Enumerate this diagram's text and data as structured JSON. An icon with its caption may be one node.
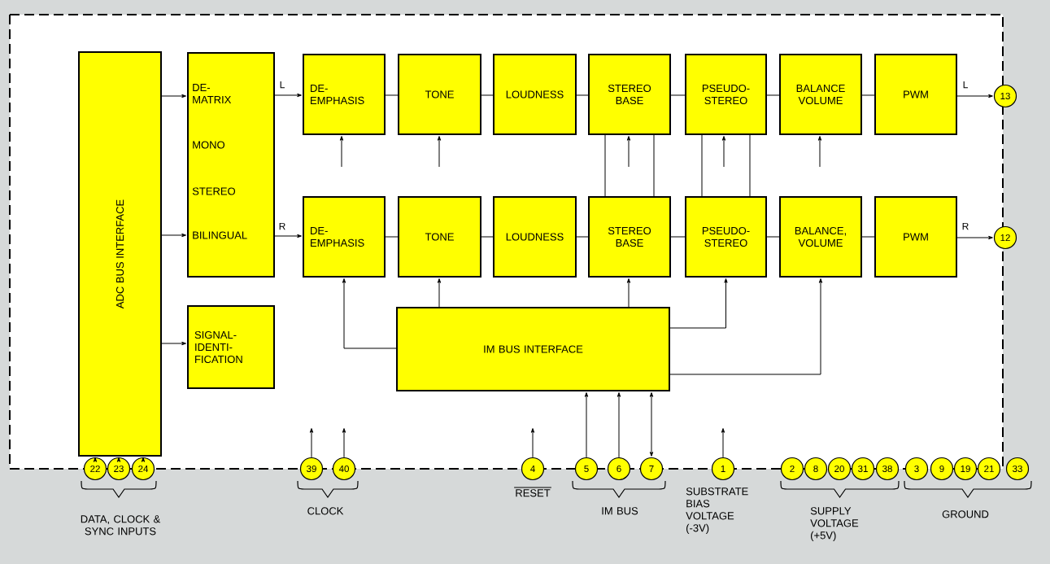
{
  "diagram": {
    "nodes": [
      {
        "text": [
          "ADC BUS INTERFACE"
        ]
      },
      {
        "text": [
          "DE- MATRIX",
          "MONO",
          "STEREO",
          "BILINGUAL"
        ]
      },
      {
        "text": [
          "SIGNAL- IDENTI- FICATION"
        ]
      },
      {
        "text": [
          "DE- EMPHASIS"
        ]
      },
      {
        "text": [
          "TONE"
        ]
      },
      {
        "text": [
          "LOUDNESS"
        ]
      },
      {
        "text": [
          "STEREO BASE"
        ]
      },
      {
        "text": [
          "PSEUDO- STEREO"
        ]
      },
      {
        "text": [
          "BALANCE VOLUME"
        ]
      },
      {
        "text": [
          "PWM"
        ]
      },
      {
        "text": [
          "DE- EMPHASIS"
        ]
      },
      {
        "text": [
          "TONE"
        ]
      },
      {
        "text": [
          "LOUDNESS"
        ]
      },
      {
        "text": [
          "STEREO BASE"
        ]
      },
      {
        "text": [
          "PSEUDO- STEREO"
        ]
      },
      {
        "text": [
          "BALANCE, VOLUME"
        ]
      },
      {
        "text": [
          "PWM"
        ]
      },
      {
        "text": [
          "IM BUS INTERFACE"
        ]
      },
      {
        "text": [
          "13"
        ]
      },
      {
        "text": [
          "12"
        ]
      },
      {
        "text": [
          "22"
        ]
      },
      {
        "text": [
          "23"
        ]
      },
      {
        "text": [
          "24"
        ]
      },
      {
        "text": [
          "39"
        ]
      },
      {
        "text": [
          "40"
        ]
      },
      {
        "text": [
          "4"
        ]
      },
      {
        "text": [
          "5"
        ]
      },
      {
        "text": [
          "6"
        ]
      },
      {
        "text": [
          "7"
        ]
      },
      {
        "text": [
          "1"
        ]
      },
      {
        "text": [
          "2"
        ]
      },
      {
        "text": [
          "8"
        ]
      },
      {
        "text": [
          "20"
        ]
      },
      {
        "text": [
          "31"
        ]
      },
      {
        "text": [
          "38"
        ]
      },
      {
        "text": [
          "3"
        ]
      },
      {
        "text": [
          "9"
        ]
      },
      {
        "text": [
          "19"
        ]
      },
      {
        "text": [
          "21"
        ]
      },
      {
        "text": [
          "33"
        ]
      }
    ],
    "edges": [
      {
        "from": 0,
        "to": 1,
        "arrow": "to"
      },
      {
        "from": 0,
        "to": 1,
        "arrow": "to"
      },
      {
        "from": 0,
        "to": 2,
        "arrow": "to"
      },
      {
        "from": 1,
        "to": 3,
        "arrow": "to",
        "label": "L"
      },
      {
        "from": 1,
        "to": 10,
        "arrow": "to",
        "label": "R"
      },
      {
        "from": 3,
        "to": 4,
        "arrow": "none"
      },
      {
        "from": 4,
        "to": 5,
        "arrow": "none"
      },
      {
        "from": 5,
        "to": 6,
        "arrow": "none"
      },
      {
        "from": 6,
        "to": 7,
        "arrow": "none"
      },
      {
        "from": 7,
        "to": 8,
        "arrow": "none"
      },
      {
        "from": 8,
        "to": 9,
        "arrow": "none"
      },
      {
        "from": 9,
        "to": 18,
        "arrow": "to",
        "label": "L"
      },
      {
        "from": 10,
        "to": 11,
        "arrow": "none"
      },
      {
        "from": 11,
        "to": 12,
        "arrow": "none"
      },
      {
        "from": 12,
        "to": 13,
        "arrow": "none"
      },
      {
        "from": 13,
        "to": 14,
        "arrow": "none"
      },
      {
        "from": 14,
        "to": 15,
        "arrow": "none"
      },
      {
        "from": 15,
        "to": 16,
        "arrow": "none"
      },
      {
        "from": 16,
        "to": 19,
        "arrow": "to",
        "label": "R"
      },
      {
        "from": 6,
        "to": 13,
        "arrow": "none"
      },
      {
        "from": 6,
        "to": 13,
        "arrow": "none"
      },
      {
        "from": 7,
        "to": 14,
        "arrow": "none"
      },
      {
        "from": 7,
        "to": 14,
        "arrow": "none"
      },
      {
        "from": null,
        "to": 3,
        "arrow": "to"
      },
      {
        "from": null,
        "to": 4,
        "arrow": "to"
      },
      {
        "from": null,
        "to": 6,
        "arrow": "to"
      },
      {
        "from": null,
        "to": 7,
        "arrow": "to"
      },
      {
        "from": null,
        "to": 8,
        "arrow": "to"
      },
      {
        "from": 17,
        "to": 10,
        "arrow": "to"
      },
      {
        "from": 17,
        "to": 11,
        "arrow": "to"
      },
      {
        "from": 17,
        "to": 13,
        "arrow": "to"
      },
      {
        "from": 17,
        "to": 14,
        "arrow": "to"
      },
      {
        "from": 17,
        "to": 15,
        "arrow": "to"
      },
      {
        "from": 20,
        "to": 0,
        "arrow": "to"
      },
      {
        "from": 21,
        "to": 0,
        "arrow": "to"
      },
      {
        "from": 22,
        "to": 0,
        "arrow": "to"
      },
      {
        "from": 23,
        "to": null,
        "arrow": "to"
      },
      {
        "from": 24,
        "to": null,
        "arrow": "to"
      },
      {
        "from": 25,
        "to": null,
        "arrow": "to"
      },
      {
        "from": 29,
        "to": null,
        "arrow": "to"
      },
      {
        "from": 26,
        "to": 17,
        "arrow": "to"
      },
      {
        "from": 27,
        "to": 17,
        "arrow": "to"
      },
      {
        "from": 28,
        "to": 17,
        "arrow": "both"
      }
    ],
    "labels": [
      "DATA, CLOCK & SYNC INPUTS",
      "CLOCK",
      "RESET",
      "IM BUS",
      "SUBSTRATE BIAS VOLTAGE (-3V)",
      "SUPPLY VOLTAGE (+5V)",
      "GROUND"
    ]
  }
}
